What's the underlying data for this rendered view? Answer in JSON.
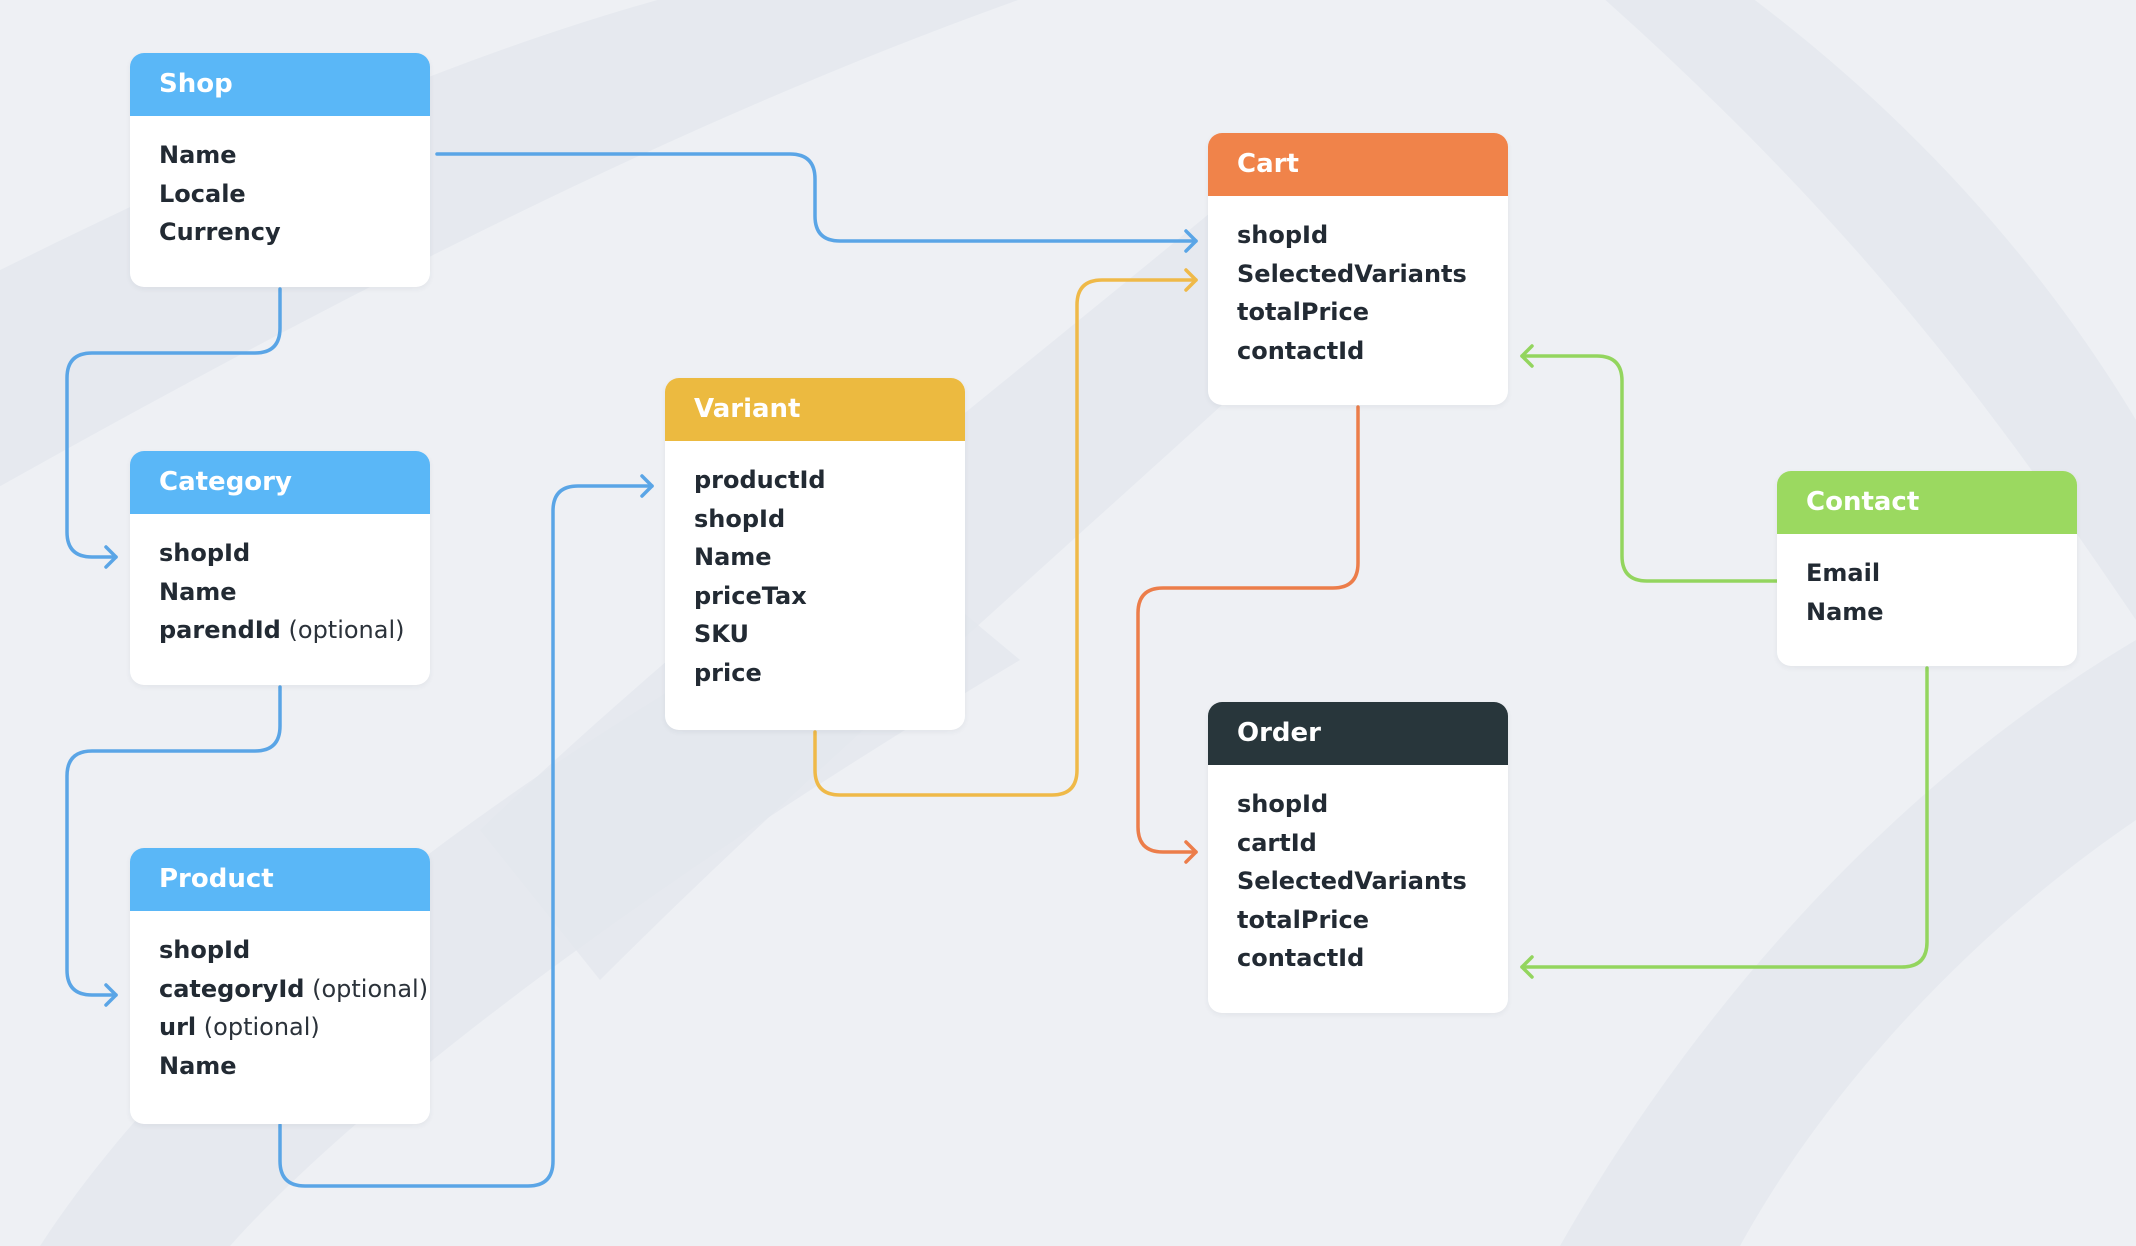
{
  "colors": {
    "background": "#eef0f4",
    "stripe": "#e4e7ed",
    "blue": "#5ab7f7",
    "orange": "#f0834a",
    "yellow": "#ecba40",
    "green": "#9bd960",
    "dark": "#28363b",
    "blue_line": "#5aa5e6",
    "orange_line": "#ec7d4a",
    "yellow_line": "#efb948",
    "green_line": "#93d55e"
  },
  "entities": {
    "shop": {
      "title": "Shop",
      "color": "blue",
      "fields": [
        {
          "name": "Name"
        },
        {
          "name": "Locale"
        },
        {
          "name": "Currency"
        }
      ]
    },
    "category": {
      "title": "Category",
      "color": "blue",
      "fields": [
        {
          "name": "shopId"
        },
        {
          "name": "Name"
        },
        {
          "name": "parendId",
          "note": "(optional)"
        }
      ]
    },
    "product": {
      "title": "Product",
      "color": "blue",
      "fields": [
        {
          "name": "shopId"
        },
        {
          "name": "categoryId",
          "note": "(optional)"
        },
        {
          "name": "url",
          "note": "(optional)"
        },
        {
          "name": "Name"
        }
      ]
    },
    "variant": {
      "title": "Variant",
      "color": "yellow",
      "fields": [
        {
          "name": "productId"
        },
        {
          "name": "shopId"
        },
        {
          "name": "Name"
        },
        {
          "name": "priceTax"
        },
        {
          "name": "SKU"
        },
        {
          "name": "price"
        }
      ]
    },
    "cart": {
      "title": "Cart",
      "color": "orange",
      "fields": [
        {
          "name": "shopId"
        },
        {
          "name": "SelectedVariants"
        },
        {
          "name": "totalPrice"
        },
        {
          "name": "contactId"
        }
      ]
    },
    "order": {
      "title": "Order",
      "color": "dark",
      "fields": [
        {
          "name": "shopId"
        },
        {
          "name": "cartId"
        },
        {
          "name": "SelectedVariants"
        },
        {
          "name": "totalPrice"
        },
        {
          "name": "contactId"
        }
      ]
    },
    "contact": {
      "title": "Contact",
      "color": "green",
      "fields": [
        {
          "name": "Email"
        },
        {
          "name": "Name"
        }
      ]
    }
  },
  "relations": [
    {
      "from": "shop",
      "to": "cart",
      "color": "blue_line"
    },
    {
      "from": "shop",
      "to": "category",
      "color": "blue_line"
    },
    {
      "from": "category",
      "to": "product",
      "color": "blue_line"
    },
    {
      "from": "product",
      "to": "variant",
      "color": "blue_line"
    },
    {
      "from": "variant",
      "to": "cart",
      "color": "yellow_line"
    },
    {
      "from": "cart",
      "to": "order",
      "color": "orange_line"
    },
    {
      "from": "contact",
      "to": "cart",
      "color": "green_line"
    },
    {
      "from": "contact",
      "to": "order",
      "color": "green_line"
    }
  ]
}
